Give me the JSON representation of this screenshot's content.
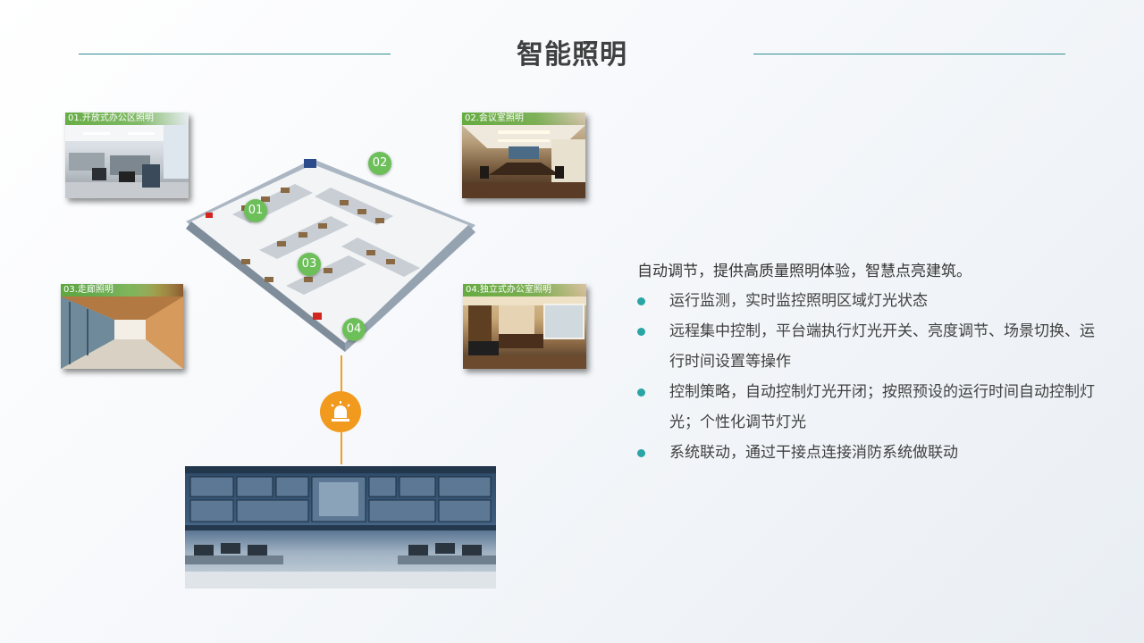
{
  "title": "智能照明",
  "photos": [
    {
      "label": "01.开放式办公区照明"
    },
    {
      "label": "02.会议室照明"
    },
    {
      "label": "03.走廊照明"
    },
    {
      "label": "04.独立式办公室照明"
    }
  ],
  "markers": [
    "01",
    "02",
    "03",
    "04"
  ],
  "intro": "自动调节，提供高质量照明体验，智慧点亮建筑。",
  "bullets": [
    "运行监测，实时监控照明区域灯光状态",
    "远程集中控制，平台端执行灯光开关、亮度调节、场景切换、运行时间设置等操作",
    "控制策略，自动控制灯光开闭；按照预设的运行时间自动控制灯光；个性化调节灯光",
    "系统联动，通过干接点连接消防系统做联动"
  ],
  "colors": {
    "accent": "#2aa5a5",
    "marker": "#6dbf5a",
    "alarm": "#f19a1d",
    "title_line": "#2f8f93"
  },
  "icons": {
    "alarm": "alarm-light-icon",
    "bullet": "bullet-dot-icon"
  }
}
